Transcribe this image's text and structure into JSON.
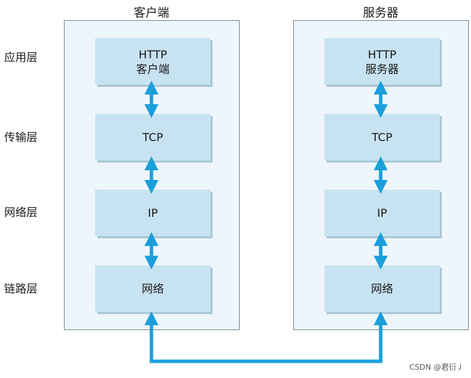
{
  "titles": {
    "client": "客户端",
    "server": "服务器"
  },
  "layers": {
    "application": "应用层",
    "transport": "传输层",
    "network": "网络层",
    "link": "链路层"
  },
  "client_stack": {
    "app_line1": "HTTP",
    "app_line2": "客户端",
    "transport": "TCP",
    "network": "IP",
    "link": "网络"
  },
  "server_stack": {
    "app_line1": "HTTP",
    "app_line2": "服务器",
    "transport": "TCP",
    "network": "IP",
    "link": "网络"
  },
  "colors": {
    "arrow": "#1a9fdb",
    "box": "#c7e3f2",
    "panel": "#eef6fb"
  },
  "watermark": "CSDN @君衍丿"
}
